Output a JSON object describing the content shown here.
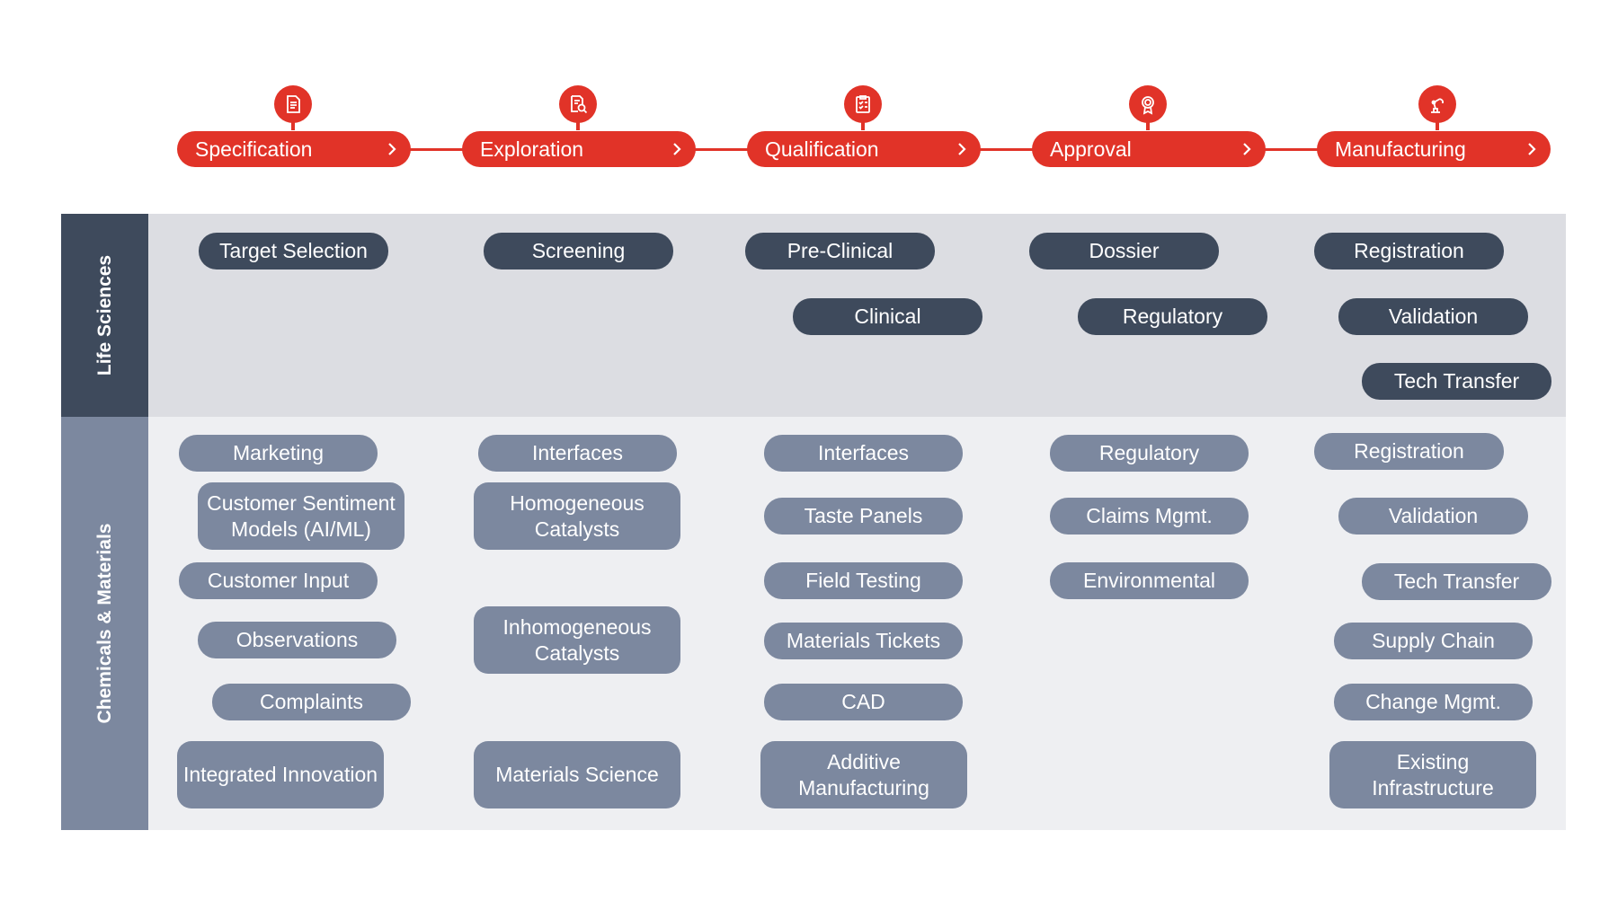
{
  "stages": [
    {
      "label": "Specification",
      "icon": "document-icon"
    },
    {
      "label": "Exploration",
      "icon": "search-document-icon"
    },
    {
      "label": "Qualification",
      "icon": "checklist-icon"
    },
    {
      "label": "Approval",
      "icon": "award-badge-icon"
    },
    {
      "label": "Manufacturing",
      "icon": "robot-arm-icon"
    }
  ],
  "rows": {
    "life_sciences": "Life Sciences",
    "chemicals_materials": "Chemicals & Materials"
  },
  "life_sciences": {
    "specification": [
      "Target Selection"
    ],
    "exploration": [
      "Screening"
    ],
    "qualification": [
      "Pre-Clinical",
      "Clinical"
    ],
    "approval": [
      "Dossier",
      "Regulatory"
    ],
    "manufacturing": [
      "Registration",
      "Validation",
      "Tech Transfer"
    ]
  },
  "chemicals_materials": {
    "specification": [
      "Marketing",
      "Customer Sentiment Models (AI/ML)",
      "Customer Input",
      "Observations",
      "Complaints",
      "Integrated Innovation"
    ],
    "exploration": [
      "Interfaces",
      "Homogeneous Catalysts",
      "Inhomogeneous Catalysts",
      "Materials Science"
    ],
    "qualification": [
      "Interfaces",
      "Taste Panels",
      "Field Testing",
      "Materials Tickets",
      "CAD",
      "Additive Manufacturing"
    ],
    "approval": [
      "Regulatory",
      "Claims Mgmt.",
      "Environmental"
    ],
    "manufacturing": [
      "Registration",
      "Validation",
      "Tech Transfer",
      "Supply Chain",
      "Change Mgmt.",
      "Existing Infrastructure"
    ]
  },
  "colors": {
    "accent": "#e13328",
    "life_sciences_pill": "#3e4a5c",
    "chemicals_pill": "#7c889f",
    "life_sciences_band": "#dcdde2",
    "chemicals_band": "#eeeff2"
  }
}
